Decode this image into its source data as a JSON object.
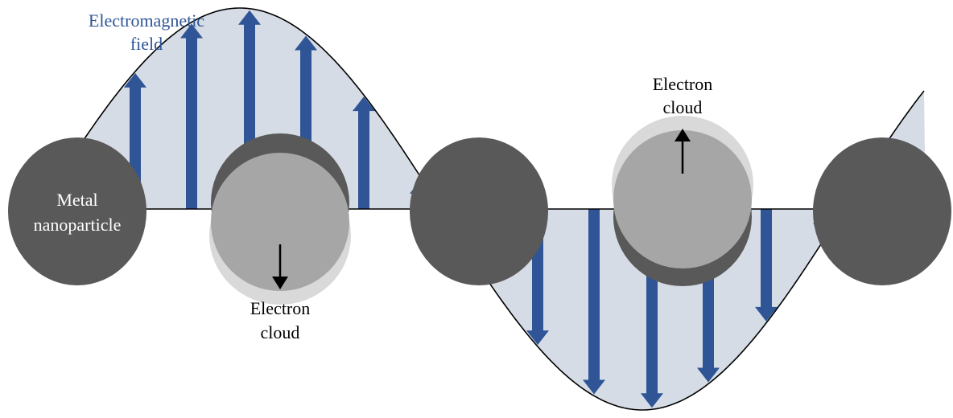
{
  "labels": {
    "field_line1": "Electromagnetic",
    "field_line2": "field",
    "metal_line1": "Metal",
    "metal_line2": "nanoparticle",
    "cloud_lower_line1": "Electron",
    "cloud_lower_line2": "cloud",
    "cloud_upper_line1": "Electron",
    "cloud_upper_line2": "cloud"
  },
  "colors": {
    "field_fill": "#d6dce6",
    "field_arrow": "#2f5597",
    "field_label": "#2f5597",
    "particle": "#595959",
    "cloud": "#a6a6a6",
    "cloud_halo": "#d9d9d9",
    "curve": "#000000"
  }
}
